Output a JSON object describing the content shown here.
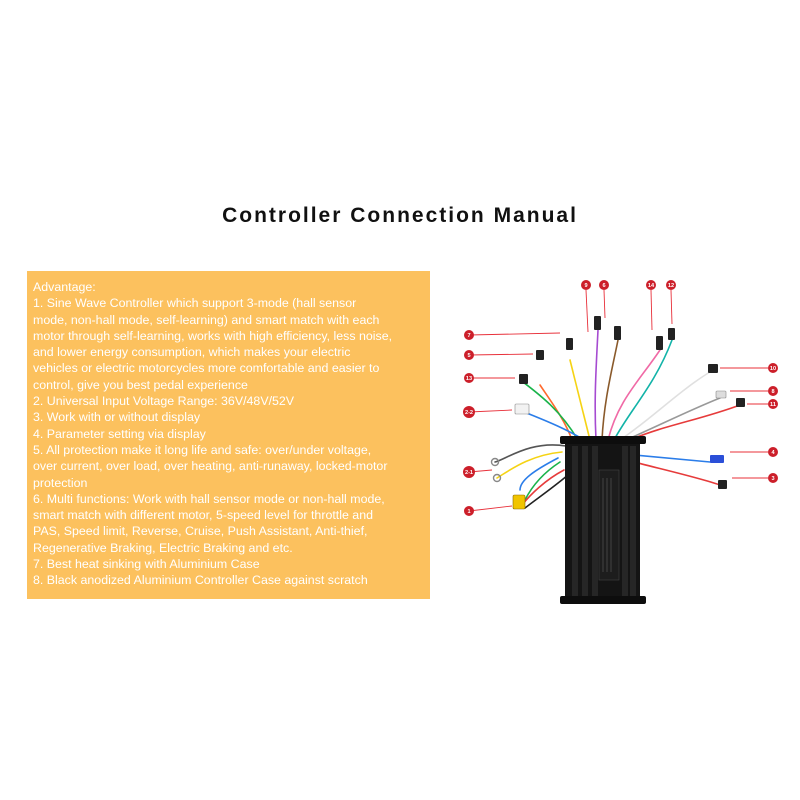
{
  "title": "Controller Connection Manual",
  "advantages": {
    "lines": [
      "Advantage:",
      "1. Sine Wave Controller which support 3-mode (hall sensor",
      "mode, non-hall mode, self-learning) and smart match with each",
      "motor through self-learning, works with high efficiency, less noise,",
      "and lower energy consumption, which makes your electric",
      "vehicles or electric motorcycles more comfortable and easier to",
      "control, give you best pedal experience",
      "2. Universal Input Voltage Range: 36V/48V/52V",
      "3. Work with or without display",
      "4. Parameter setting via display",
      "5. All protection make it long life and safe: over/under voltage,",
      "over current, over load, over heating, anti-runaway, locked-motor",
      "protection",
      "6. Multi functions: Work with hall sensor mode or non-hall mode,",
      "smart match with different motor, 5-speed level for throttle and",
      "PAS, Speed limit, Reverse, Cruise, Push Assistant, Anti-thief,",
      "Regenerative Braking, Electric Braking and etc.",
      "7. Best heat sinking with Aluminium Case",
      "8. Black anodized Aluminium Controller Case against scratch"
    ],
    "background_color": "#fcc15e",
    "text_color": "#ffffff"
  },
  "diagram": {
    "callouts": [
      "9",
      "6",
      "14",
      "12",
      "7",
      "5",
      "10",
      "13",
      "8",
      "2-2",
      "11",
      "4",
      "2-1",
      "3",
      "1"
    ],
    "callout_color": "#cc1f2a"
  }
}
